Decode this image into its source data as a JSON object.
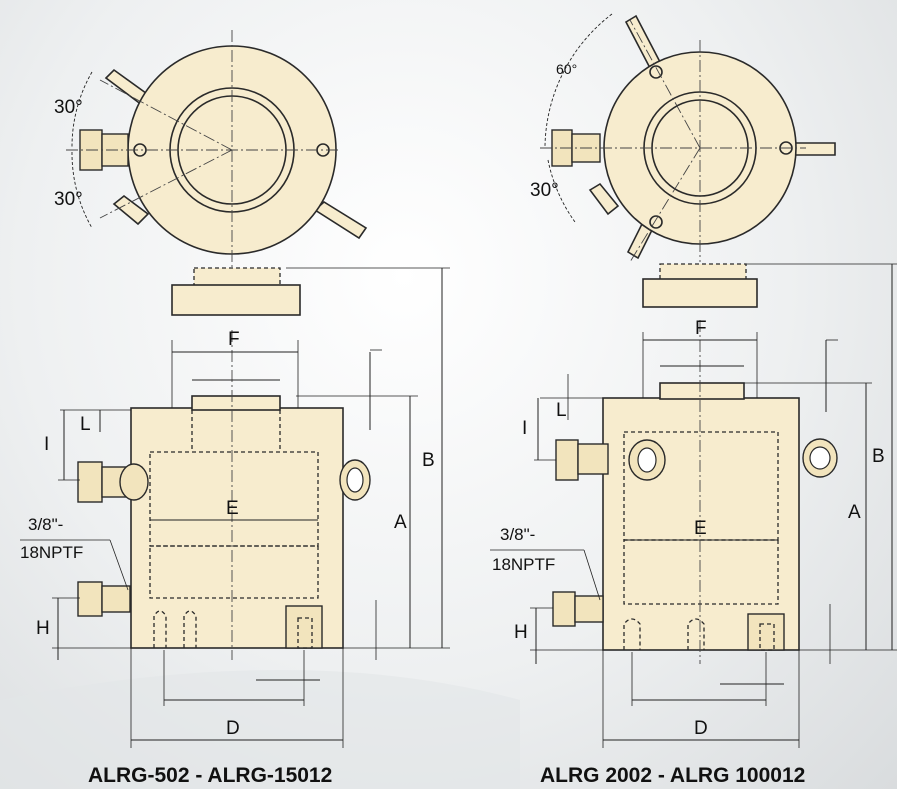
{
  "left_diagram": {
    "title": "ALRG-502 - ALRG-15012",
    "angle_top": "30°",
    "angle_bottom": "30°",
    "thread_line1": "3/8\"-",
    "thread_line2": "18NPTF",
    "dims": {
      "A": "A",
      "B": "B",
      "D": "D",
      "E": "E",
      "F": "F",
      "H": "H",
      "I": "I",
      "L": "L"
    }
  },
  "right_diagram": {
    "title": "ALRG 2002 - ALRG 100012",
    "angle_top": "60°",
    "angle_bottom": "30°",
    "thread_line1": "3/8\"-",
    "thread_line2": "18NPTF",
    "dims": {
      "A": "A",
      "B": "B",
      "D": "D",
      "E": "E",
      "F": "F",
      "H": "H",
      "I": "I",
      "L": "L"
    }
  },
  "colors": {
    "part_fill": "#f7ecce",
    "line": "#2a2a2a",
    "background": "#eef0f1"
  }
}
